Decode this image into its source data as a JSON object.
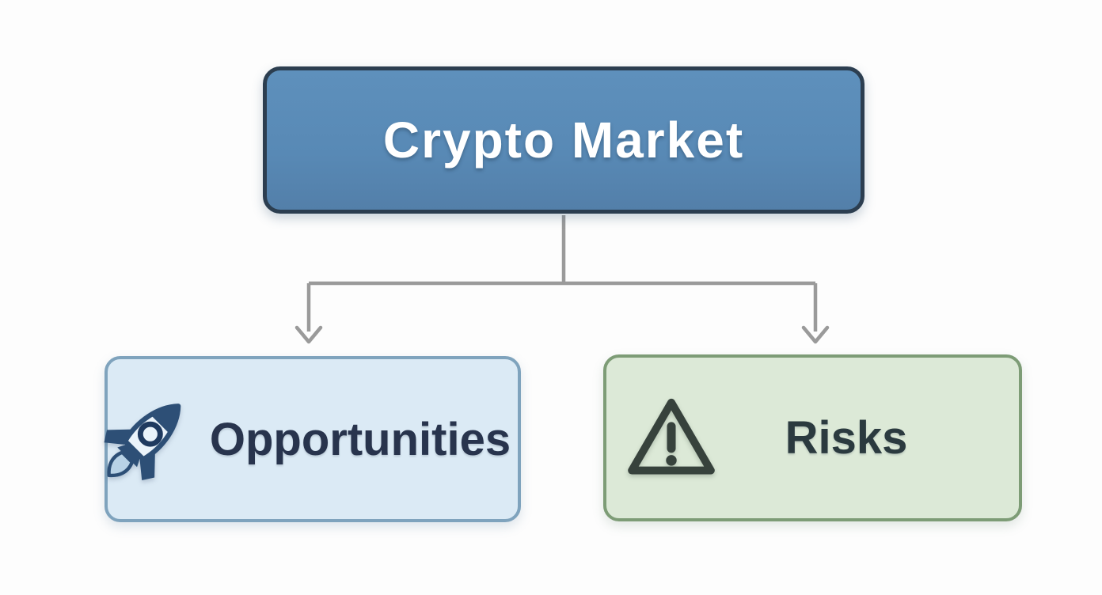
{
  "page": {
    "background_color": "#fdfdfd"
  },
  "diagram": {
    "type": "flowchart",
    "direction": "top-down",
    "connector": {
      "color": "#9a9a9a",
      "style": "elbow",
      "arrowheads": "down-chevron"
    },
    "root": {
      "label": "Crypto Market",
      "fill_color": "#5b8cb8",
      "border_color": "#2c3e50",
      "text_color": "#ffffff"
    },
    "children": [
      {
        "label": "Opportunities",
        "icon": "rocket-icon",
        "fill_color": "#dbeaf5",
        "border_color": "#7fa3bd",
        "text_color": "#28344d",
        "icon_colors": {
          "primary": "#2d4f76",
          "body": "#eaf3fa",
          "flame": "#b8d2e6",
          "window_ring": "#1f3a5f"
        }
      },
      {
        "label": "Risks",
        "icon": "warning-triangle-icon",
        "fill_color": "#dce9d7",
        "border_color": "#7d9c76",
        "text_color": "#2b3a3f",
        "icon_colors": {
          "primary": "#37423c"
        }
      }
    ]
  }
}
